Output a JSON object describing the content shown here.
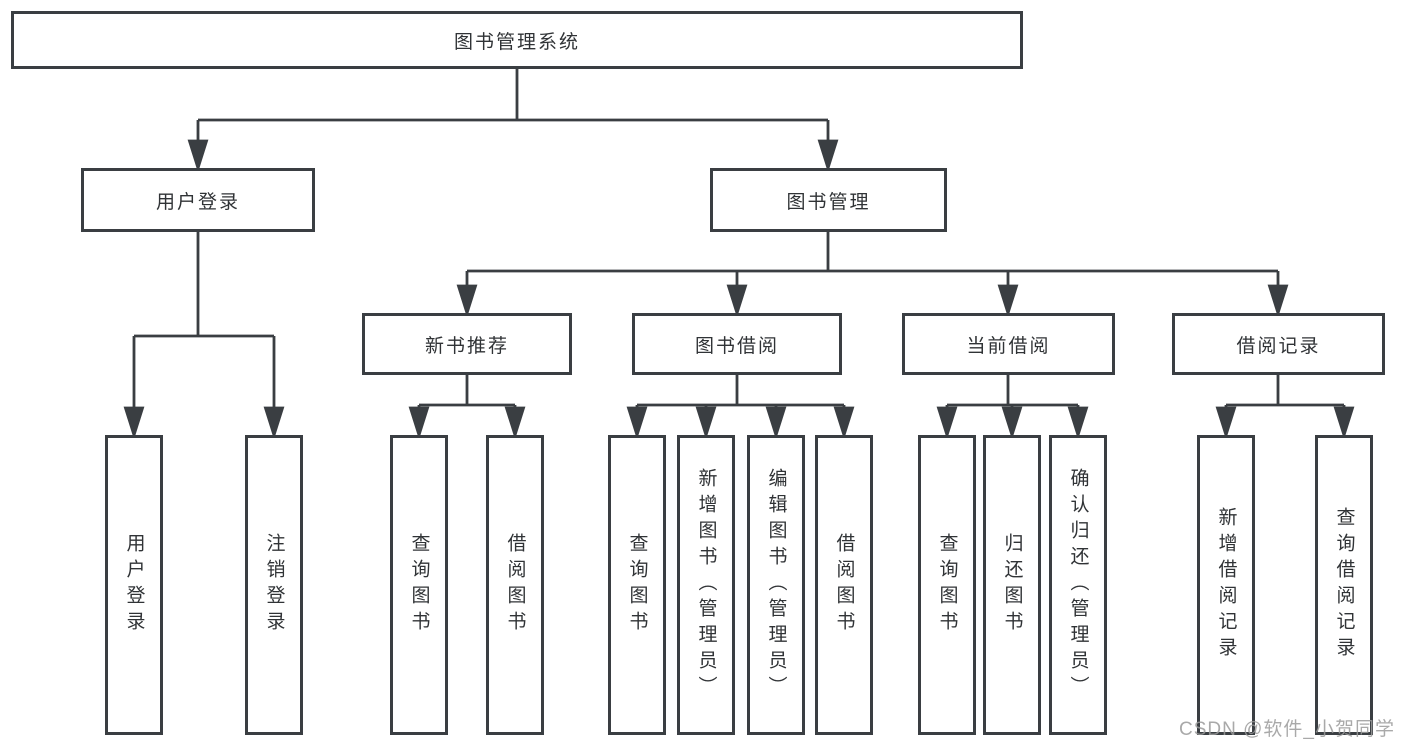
{
  "tree": {
    "root": {
      "label": "图书管理系统"
    },
    "branches": [
      {
        "label": "用户登录",
        "children": [
          {
            "label": "用户登录"
          },
          {
            "label": "注销登录"
          }
        ]
      },
      {
        "label": "图书管理",
        "children": [
          {
            "label": "新书推荐",
            "children": [
              {
                "label": "查询图书"
              },
              {
                "label": "借阅图书"
              }
            ]
          },
          {
            "label": "图书借阅",
            "children": [
              {
                "label": "查询图书"
              },
              {
                "label": "新增图书（管理员）"
              },
              {
                "label": "编辑图书（管理员）"
              },
              {
                "label": "借阅图书"
              }
            ]
          },
          {
            "label": "当前借阅",
            "children": [
              {
                "label": "查询图书"
              },
              {
                "label": "归还图书"
              },
              {
                "label": "确认归还（管理员）"
              }
            ]
          },
          {
            "label": "借阅记录",
            "children": [
              {
                "label": "新增借阅记录"
              },
              {
                "label": "查询借阅记录"
              }
            ]
          }
        ]
      }
    ]
  },
  "watermark": "CSDN @软件_小贺同学",
  "colors": {
    "line": "#3a3e42",
    "box_border": "#3a3e42",
    "box_bg": "#ffffff",
    "text": "#303336",
    "watermark": "#9b9b9b"
  }
}
